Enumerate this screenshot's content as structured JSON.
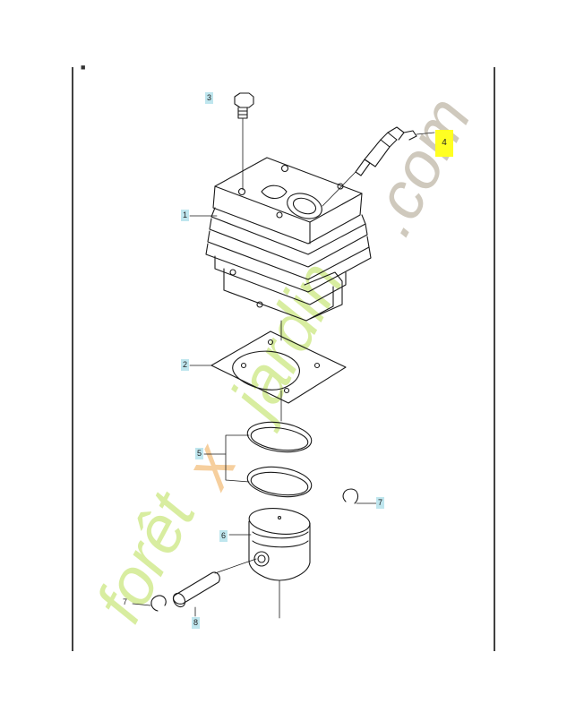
{
  "header": {
    "mark": "■"
  },
  "callouts": [
    {
      "id": "c3",
      "label": "3",
      "style": "boxed"
    },
    {
      "id": "c4",
      "label": "4",
      "style": "hl"
    },
    {
      "id": "c1",
      "label": "1",
      "style": "boxed"
    },
    {
      "id": "c2",
      "label": "2",
      "style": "boxed"
    },
    {
      "id": "c5",
      "label": "5",
      "style": "boxed"
    },
    {
      "id": "c7a",
      "label": "7",
      "style": "boxed"
    },
    {
      "id": "c6",
      "label": "6",
      "style": "boxed"
    },
    {
      "id": "c7b",
      "label": "7",
      "style": "plain"
    },
    {
      "id": "c8",
      "label": "8",
      "style": "boxed"
    }
  ],
  "watermark": {
    "text_green": "forêt",
    "text_orange": "x",
    "text_green2": "jardin",
    "text_grey": ".com",
    "color_green": "#d8eda0",
    "color_orange": "#f6cf9e",
    "color_grey": "#cfc9bd"
  }
}
